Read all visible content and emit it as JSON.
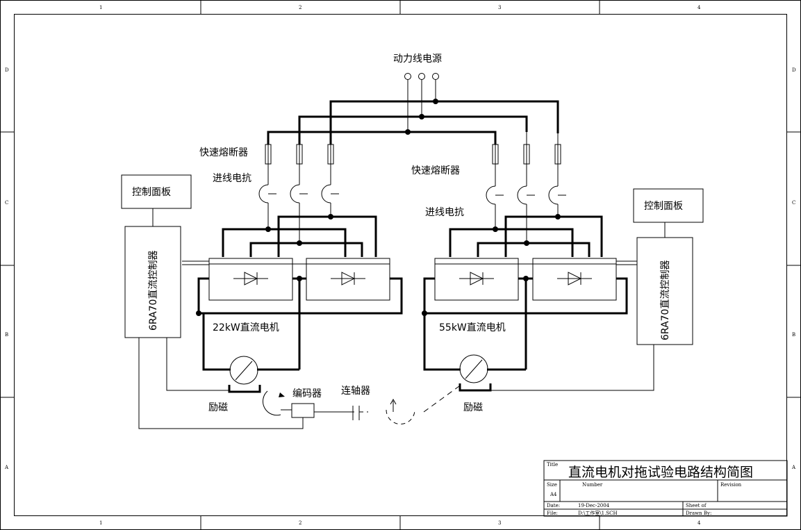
{
  "frame": {
    "col_labels": [
      "1",
      "2",
      "3",
      "4"
    ],
    "row_labels": [
      "D",
      "C",
      "B",
      "A"
    ]
  },
  "diagram": {
    "power_source": "动力线电源",
    "fuse_left": "快速熔断器",
    "fuse_right": "快速熔断器",
    "reactor_left": "进线电抗",
    "reactor_right": "进线电抗",
    "panel_left": "控制面板",
    "panel_right": "控制面板",
    "controller_left": "6RA70直流控制器",
    "controller_right": "6RA70直流控制器",
    "motor_left": "22kW直流电机",
    "motor_right": "55kW直流电机",
    "excitation_left": "励磁",
    "excitation_right": "励磁",
    "encoder": "编码器",
    "coupling": "连轴器"
  },
  "title_block": {
    "title_label": "Title",
    "title": "直流电机对拖试验电路结构简图",
    "size_label": "Size",
    "size_value": "A4",
    "number_label": "Number",
    "revision_label": "Revision",
    "date_label": "Date:",
    "date_value": "19-Dec-2004",
    "sheet_label": "Sheet   of",
    "file_label": "File:",
    "file_value": "D:\\工作室\\1.SCH",
    "drawn_label": "Drawn By:"
  }
}
